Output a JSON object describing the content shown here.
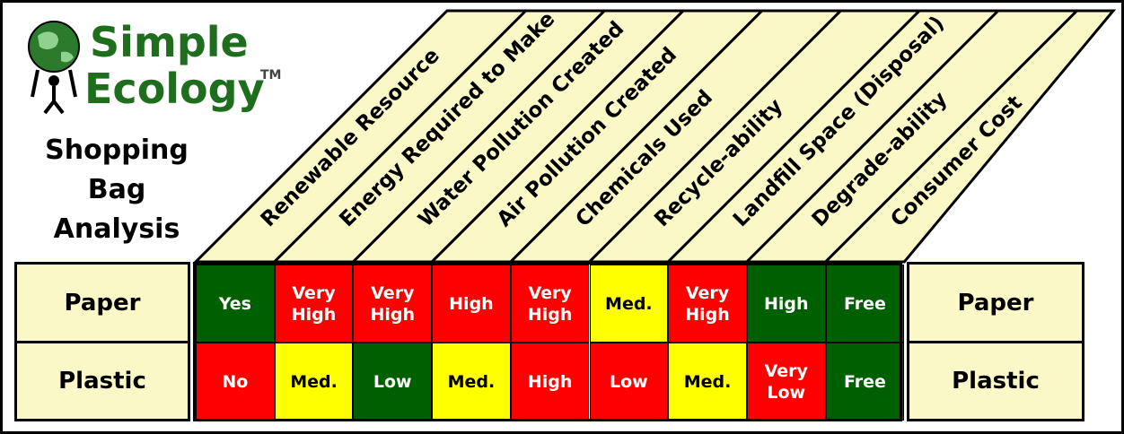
{
  "logo": {
    "word1": "Simple",
    "word2": "Ecology",
    "tm": "TM"
  },
  "title_lines": [
    "Shopping",
    "Bag",
    "Analysis"
  ],
  "columns": [
    "Renewable Resource",
    "Energy Required to Make",
    "Water Pollution Created",
    "Air Pollution Created",
    "Chemicals Used",
    "Recycle-ability",
    "Landfill Space (Disposal)",
    "Degrade-ability",
    "Consumer Cost"
  ],
  "rows": [
    {
      "label": "Paper",
      "cells": [
        {
          "text": "Yes",
          "status": "good"
        },
        {
          "text": "Very High",
          "status": "bad"
        },
        {
          "text": "Very High",
          "status": "bad"
        },
        {
          "text": "High",
          "status": "bad"
        },
        {
          "text": "Very High",
          "status": "bad"
        },
        {
          "text": "Med.",
          "status": "medium"
        },
        {
          "text": "Very High",
          "status": "bad"
        },
        {
          "text": "High",
          "status": "good"
        },
        {
          "text": "Free",
          "status": "good"
        }
      ]
    },
    {
      "label": "Plastic",
      "cells": [
        {
          "text": "No",
          "status": "bad"
        },
        {
          "text": "Med.",
          "status": "medium"
        },
        {
          "text": "Low",
          "status": "good"
        },
        {
          "text": "Med.",
          "status": "medium"
        },
        {
          "text": "High",
          "status": "bad"
        },
        {
          "text": "Low",
          "status": "bad"
        },
        {
          "text": "Med.",
          "status": "medium"
        },
        {
          "text": "Very Low",
          "status": "bad"
        },
        {
          "text": "Free",
          "status": "good"
        }
      ]
    }
  ],
  "colors": {
    "good": "#006000",
    "bad": "#ff0000",
    "medium": "#ffff00",
    "header_fill": "#fbf8c8",
    "brand_green": "#1e6e1e"
  }
}
